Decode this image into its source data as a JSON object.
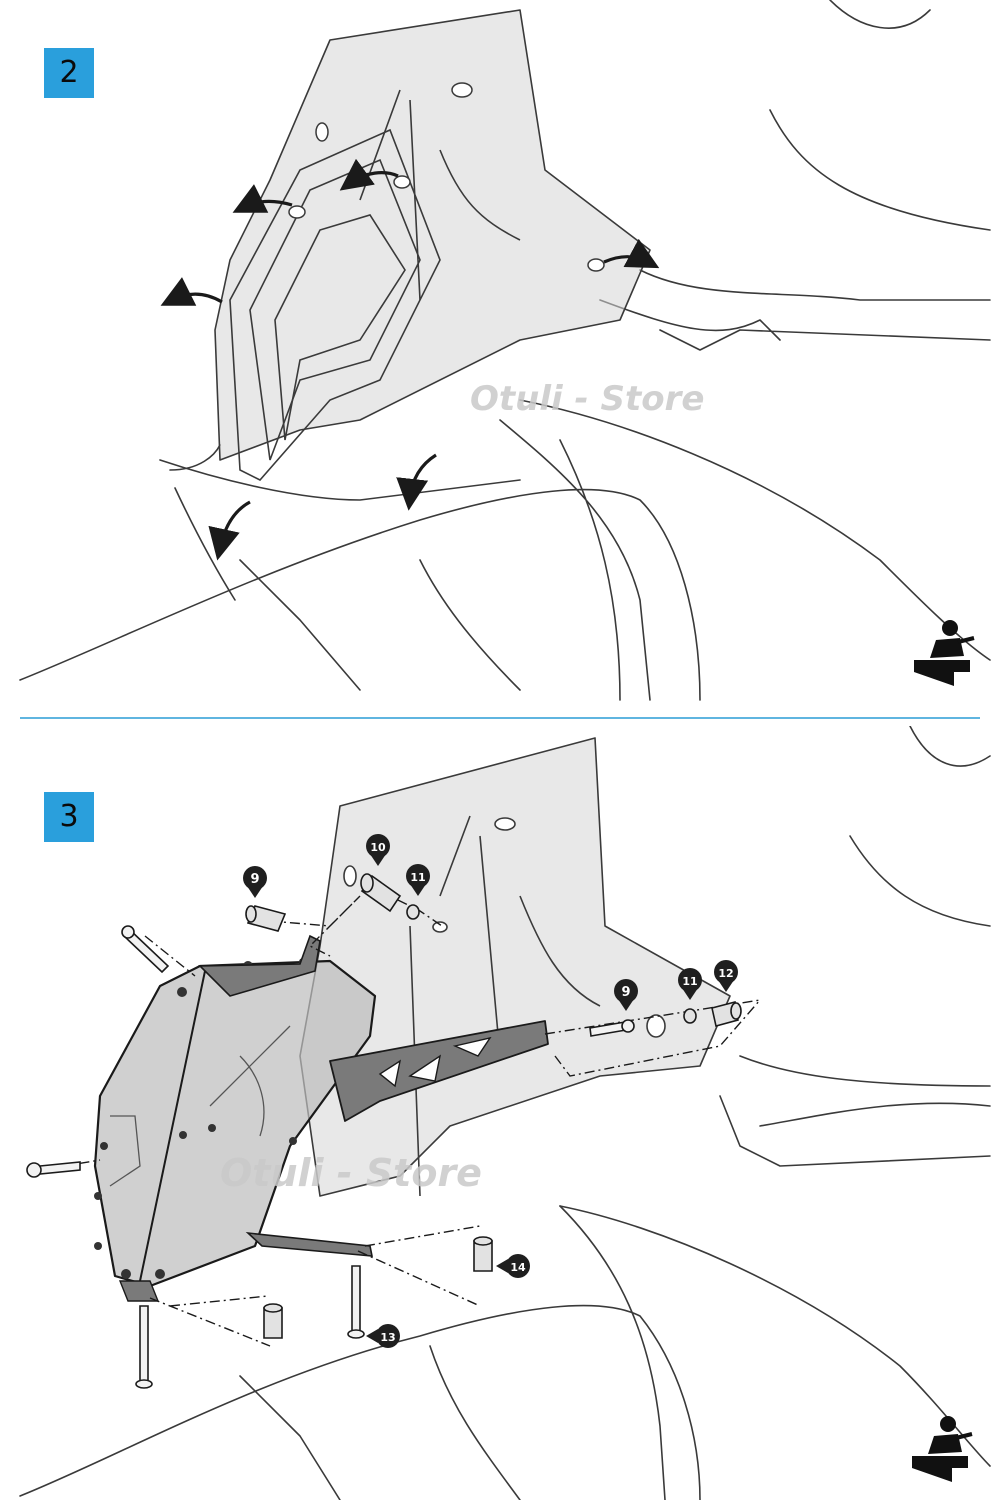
{
  "colors": {
    "badge_blue": "#2a9fdc",
    "divider_blue": "#5fb5e0",
    "line": "#3a3a3a",
    "shield_fill": "#d6d6d6",
    "guard_fill": "#bcbcbc",
    "bracket_fill": "#7a7a7a",
    "callout_fill": "#1f1f1f",
    "watermark": "#c9c9c9"
  },
  "steps": [
    {
      "number": "2",
      "watermark": "Otuli - Store"
    },
    {
      "number": "3",
      "watermark": "Otuli - Store"
    }
  ],
  "callouts": {
    "spacer_left": "9",
    "spacer_top": "10",
    "washer_top": "11",
    "spacer_right": "9",
    "washer_right": "11",
    "sleeve_right": "12",
    "bolt_bottom": "13",
    "bushing_bottom": "14"
  },
  "icons": [
    "mechanic-icon",
    "mechanic-icon"
  ]
}
